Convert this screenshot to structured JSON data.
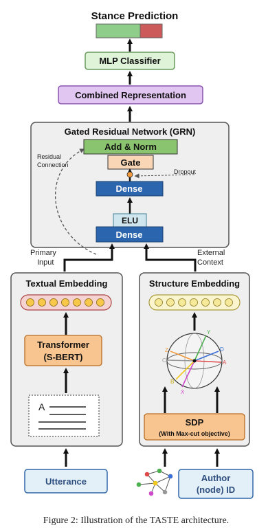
{
  "title": "Stance Prediction",
  "mlp": "MLP Classifier",
  "combined": "Combined Representation",
  "grn": {
    "title": "Gated Residual Network (GRN)",
    "add_norm": "Add & Norm",
    "gate": "Gate",
    "dropout": "Dropout",
    "dense_top": "Dense",
    "elu": "ELU",
    "dense_bottom": "Dense",
    "residual_line1": "Residual",
    "residual_line2": "Connection"
  },
  "primary_line1": "Primary",
  "primary_line2": "Input",
  "external_line1": "External",
  "external_line2": "Context",
  "textual": {
    "title": "Textual Embedding",
    "transformer_line1": "Transformer",
    "transformer_line2": "(S-BERT)",
    "doc_letter": "A"
  },
  "structure": {
    "title": "Structure Embedding",
    "sdp_line1": "SDP",
    "sdp_line2": "(With Max-cut objective)",
    "axis_labels": [
      "Y",
      "D",
      "Z",
      "A",
      "C",
      "X",
      "B"
    ]
  },
  "inputs": {
    "utterance": "Utterance",
    "author_line1": "Author",
    "author_line2": "(node) ID"
  },
  "caption": "Figure 2: Illustration of the TASTE architecture.",
  "colors": {
    "stance_green": "#8fce8a",
    "stance_red": "#cc5a5a",
    "mlp_fill": "#dff3d9",
    "combined_fill": "#e2c6f2",
    "addnorm_fill": "#8bc46e",
    "gate_fill": "#f9d6b5",
    "dense_fill": "#2b65ae",
    "elu_fill": "#cfe6ee",
    "transformer_fill": "#f8c48f",
    "input_fill": "#e4f0f8",
    "panel_fill": "#efefef"
  }
}
